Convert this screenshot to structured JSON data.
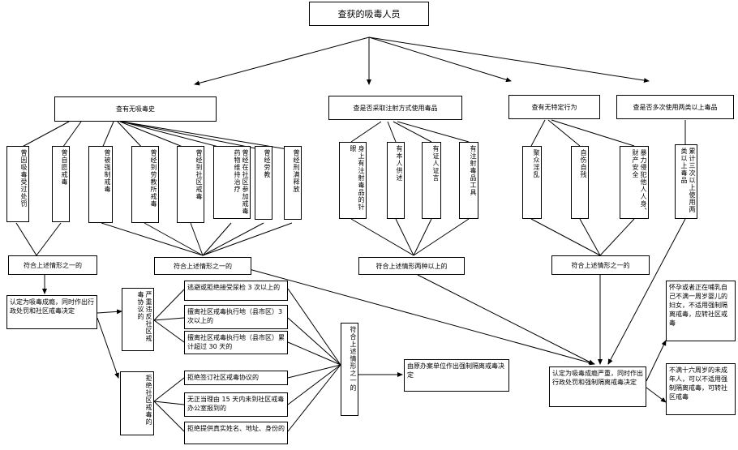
{
  "title": "查获的吸毒人员",
  "categories": {
    "history": "查有无吸毒史",
    "injection": "查是否采取注射方式使用毒品",
    "behavior": "查有无特定行为",
    "multi": "查是否多次使用两类以上毒品"
  },
  "history_items": [
    "曾因吸毒受过处罚",
    "曾自愿戒毒",
    "曾被强制戒毒",
    "曾经到劳教所戒毒",
    "曾经到社区戒毒",
    "曾经在社区参加戒毒药物维持治疗",
    "曾经劳教",
    "曾经刑满释放"
  ],
  "injection_items": [
    "身上有注射毒品的针眼",
    "有本人供述",
    "有证人证言",
    "有注射毒品工具"
  ],
  "behavior_items": [
    "聚众淫乱",
    "自伤自残",
    "暴力侵犯他人人身、财产安全"
  ],
  "multi_item": "累计三次以上使用两类以上毒品",
  "conditions": {
    "any_one_left": "符合上述情形之一的",
    "any_one_mid": "符合上述情形之一的",
    "two_or_more": "符合上述情形两种以上的",
    "any_one_right": "符合上述情形之一的",
    "any_one_vertical": "符合上述情形之一的"
  },
  "outcomes": {
    "addiction": "认定为吸毒成瘾，同时作出行政处罚和社区戒毒决定",
    "severe": "认定为吸毒成瘾严重，同时作出行政处罚和强制隔离戒毒决定",
    "compulsory": "由原办案单位作出强制隔离戒毒决定",
    "pregnant": "怀孕或者正在哺乳自己不满一周岁婴儿的妇女，不适用强制隔离戒毒，应转社区戒毒",
    "minor": "不满十六周岁的未成年人，可以不适用强制隔离戒毒，可转社区戒毒"
  },
  "violations": {
    "serious_label": "严重违反社区戒毒协议的",
    "refuse_label": "拒绝社区戒毒的",
    "serious_items": [
      "逃避或拒绝接受尿检 3 次以上的",
      "擅离社区戒毒执行地（县市区）3 次以上的",
      "擅离社区戒毒执行地（县市区）累计超过 30 天的"
    ],
    "refuse_items": [
      "拒绝签订社区戒毒协议的",
      "无正当理由 15 天内未到社区戒毒办公室报到的",
      "拒绝提供真实姓名、地址、身份的"
    ]
  }
}
